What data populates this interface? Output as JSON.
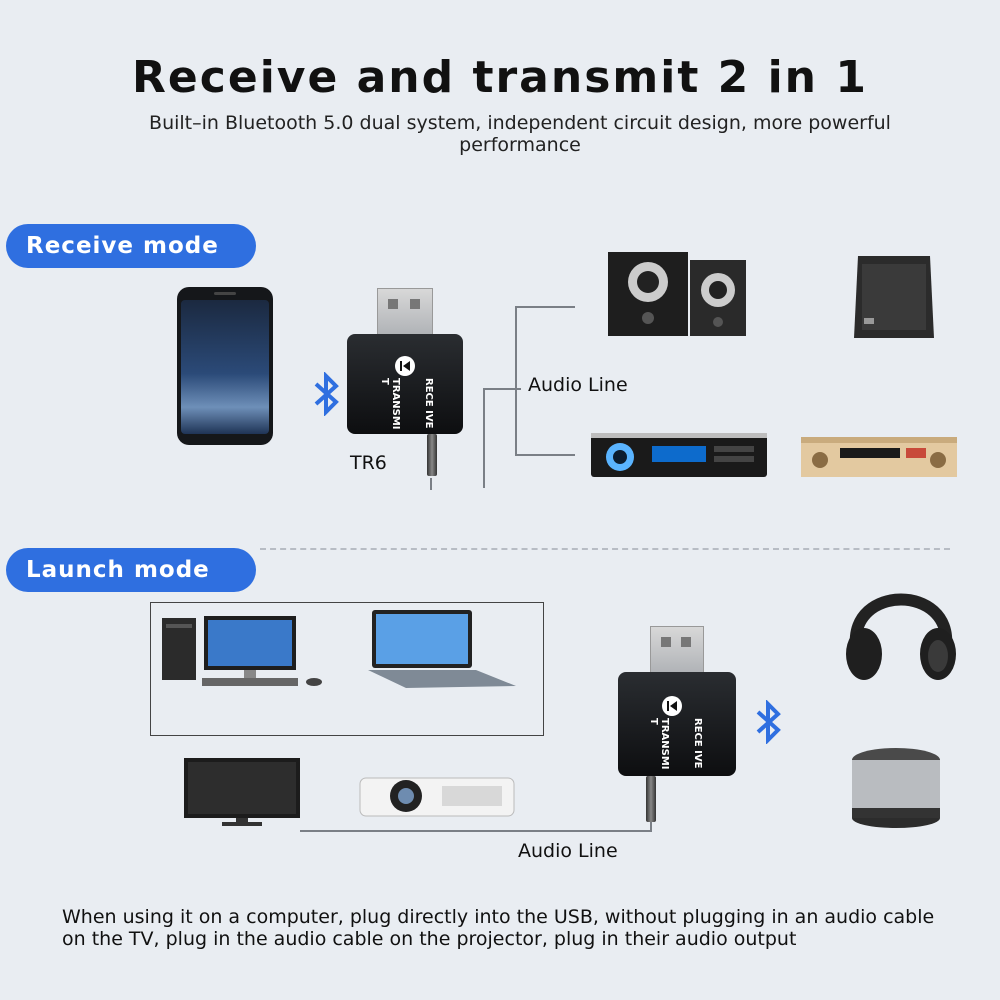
{
  "title": "Receive and transmit 2 in 1",
  "subtitle": "Built–in Bluetooth 5.0 dual system, independent circuit design, more powerful performance",
  "receive_mode": {
    "label": "Receive mode",
    "device_name": "TR6",
    "audio_line": "Audio Line",
    "dongle_text_left": "TRANSMI T",
    "dongle_text_right": "RECE IVE"
  },
  "launch_mode": {
    "label": "Launch mode",
    "audio_line": "Audio Line",
    "dongle_text_left": "TRANSMI T",
    "dongle_text_right": "RECE IVE"
  },
  "footer": "When using it on a computer, plug directly into the USB, without plugging in an audio cable on the TV, plug in the audio cable on the projector, plug in their audio output",
  "icons": [
    "bluetooth-icon",
    "smartphone-icon",
    "bookshelf-speakers-icon",
    "pa-speaker-icon",
    "car-stereo-icon",
    "amplifier-icon",
    "desktop-computer-icon",
    "laptop-icon",
    "tv-icon",
    "projector-icon",
    "headphones-icon",
    "portable-speaker-icon"
  ],
  "colors": {
    "accent": "#2f6fe0",
    "background": "#e9edf2"
  }
}
